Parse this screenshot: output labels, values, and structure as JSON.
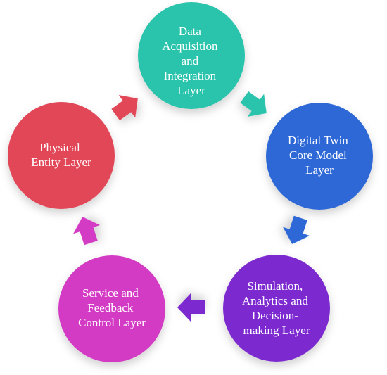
{
  "diagram": {
    "layers": [
      {
        "lines": [
          "Data",
          "Acquisition",
          "and",
          "Integration",
          "Layer"
        ],
        "color": "#2cc3ac"
      },
      {
        "lines": [
          "Digital Twin",
          "Core Model",
          "Layer"
        ],
        "color": "#2d68d6"
      },
      {
        "lines": [
          "Simulation,",
          "Analytics and",
          "Decision-",
          "making Layer"
        ],
        "color": "#7c2ad0"
      },
      {
        "lines": [
          "Service and",
          "Feedback",
          "Control Layer"
        ],
        "color": "#d43bc4"
      },
      {
        "lines": [
          "Physical",
          "Entity Layer"
        ],
        "color": "#e24659"
      }
    ],
    "arrow_colors": [
      "#2cc3ac",
      "#2d68d6",
      "#7c2ad0",
      "#d43bc4",
      "#e24659"
    ]
  }
}
